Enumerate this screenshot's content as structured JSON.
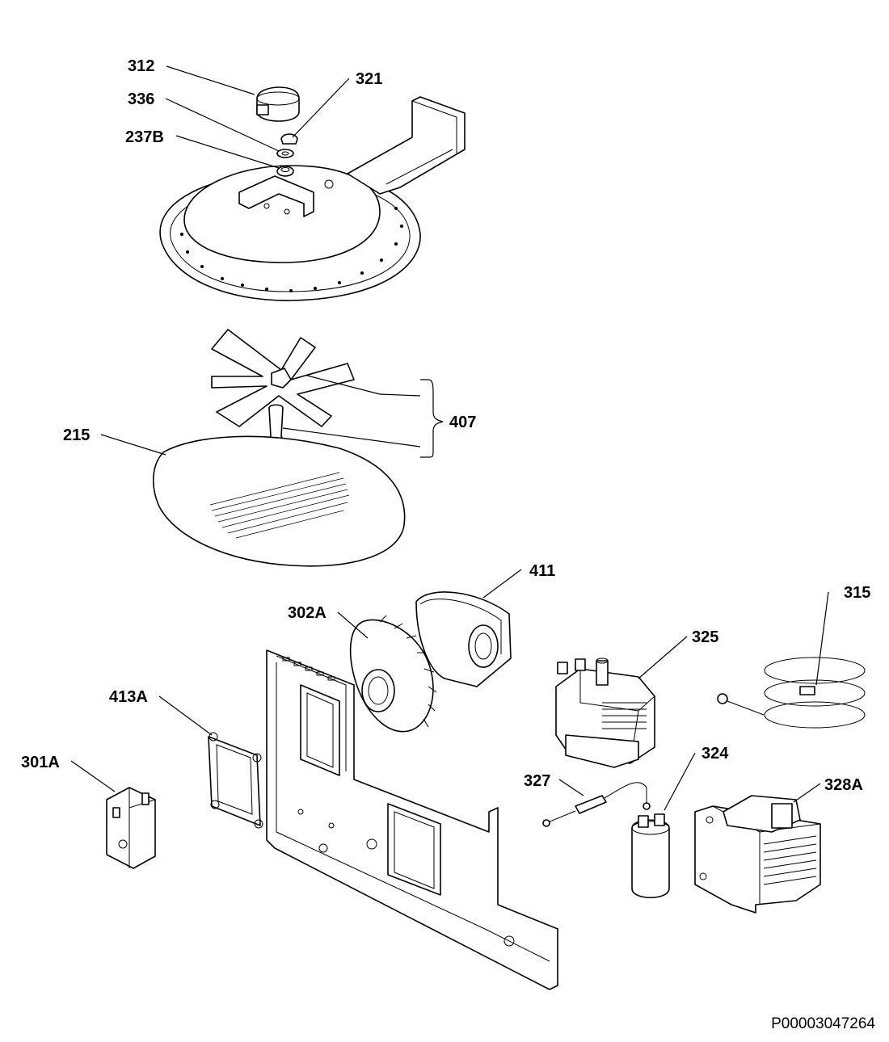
{
  "document_id": "P00003047264",
  "labels": {
    "p312": "312",
    "p321": "321",
    "p336": "336",
    "p237B": "237B",
    "p407": "407",
    "p215": "215",
    "p411": "411",
    "p302A": "302A",
    "p315": "315",
    "p325": "325",
    "p413A": "413A",
    "p301A": "301A",
    "p327": "327",
    "p324": "324",
    "p328A": "328A"
  }
}
